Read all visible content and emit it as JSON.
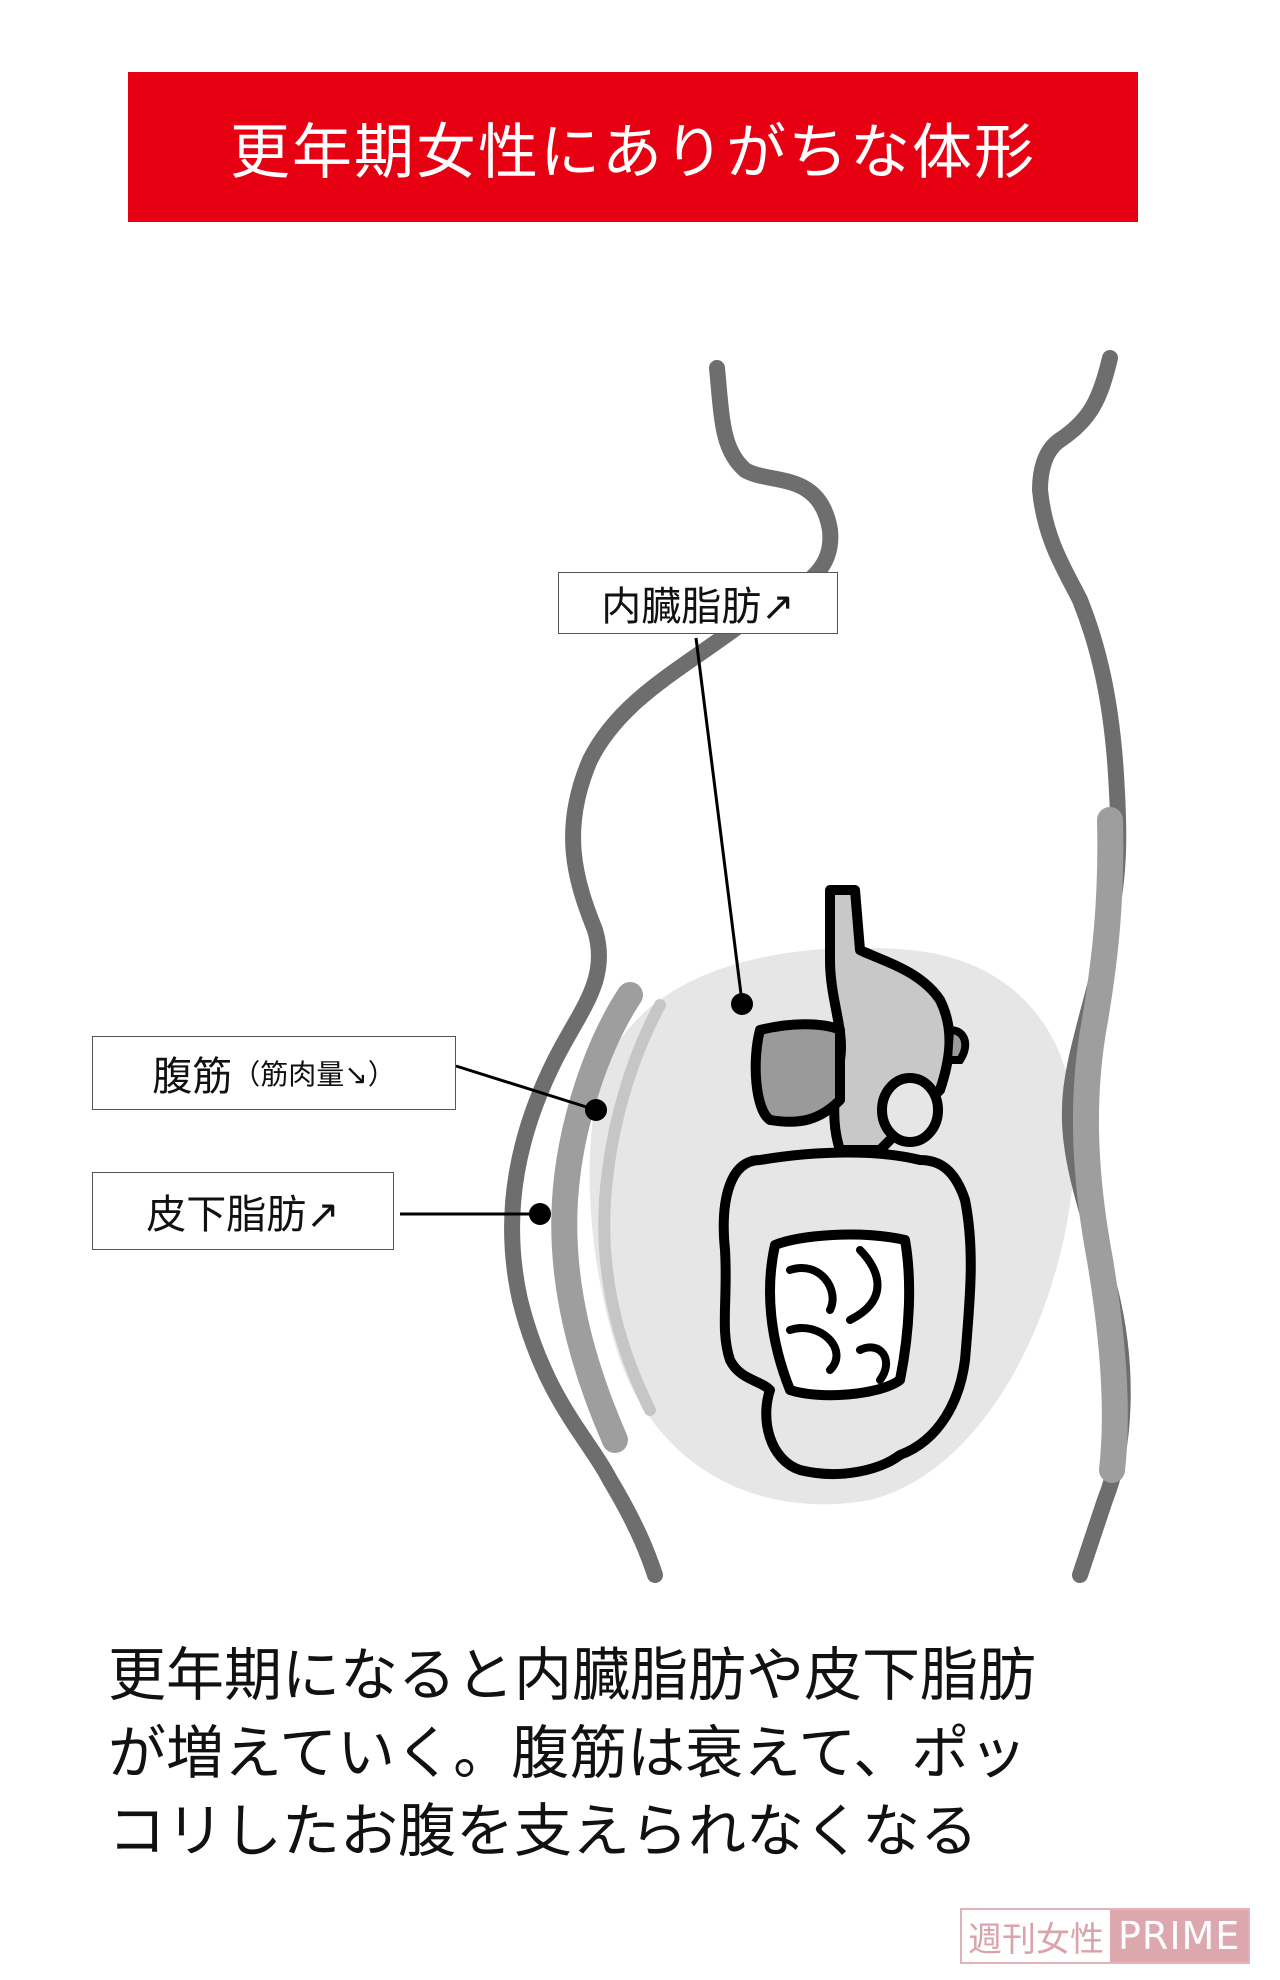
{
  "title": "更年期女性にありがちな体形",
  "labels": {
    "visceral_fat": "内臓脂肪↗",
    "abdominal_muscle": "腹筋",
    "abdominal_muscle_note": "（筋肉量↘）",
    "subcutaneous_fat": "皮下脂肪↗"
  },
  "caption": {
    "lines": [
      "更年期になると内臓脂肪や皮下脂肪",
      "が増えていく。腹筋は衰えて、ポッ",
      "コリしたお腹を支えられなくなる"
    ]
  },
  "logo": {
    "jp": "週刊女性",
    "en": "PRIME"
  },
  "colors": {
    "title_bg": "#e60012",
    "body_outline": "#6e6e6e",
    "subcutaneous_fat": "#9e9e9e",
    "abdominal_muscle": "#c6c6c6",
    "visceral_area": "#e6e6e6",
    "stomach": "#c8c8c8",
    "liver": "#9a9a9a",
    "organ_outline": "#000000",
    "logo": "#dca8ae"
  }
}
